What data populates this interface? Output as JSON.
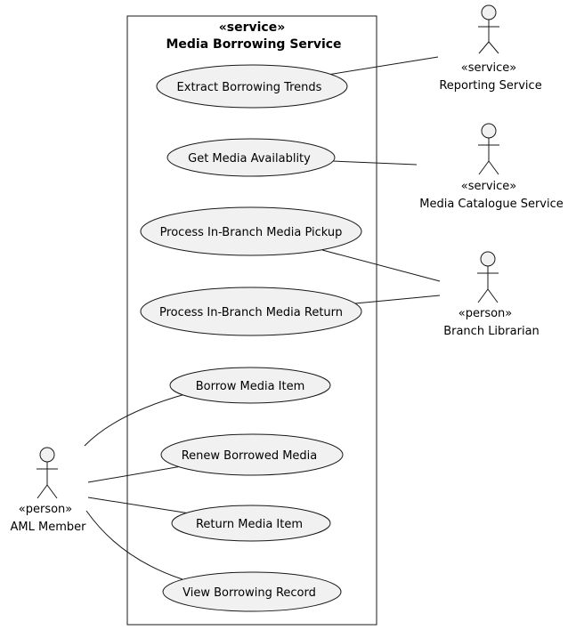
{
  "system": {
    "stereotype": "«service»",
    "title": "Media Borrowing Service"
  },
  "use_cases": [
    {
      "label": "Extract Borrowing Trends"
    },
    {
      "label": "Get Media Availablity"
    },
    {
      "label": "Process In-Branch Media Pickup"
    },
    {
      "label": "Process In-Branch Media Return"
    },
    {
      "label": "Borrow Media Item"
    },
    {
      "label": "Renew Borrowed Media"
    },
    {
      "label": "Return Media Item"
    },
    {
      "label": "View Borrowing Record"
    }
  ],
  "actors": [
    {
      "stereotype": "«service»",
      "name": "Reporting Service"
    },
    {
      "stereotype": "«service»",
      "name": "Media Catalogue Service"
    },
    {
      "stereotype": "«person»",
      "name": "Branch Librarian"
    },
    {
      "stereotype": "«person»",
      "name": "AML Member"
    }
  ],
  "colors": {
    "ellipse_fill": "#f1f1f1",
    "actor_fill": "#f1f1f1",
    "stroke": "#181818",
    "system_fill": "#ffffff"
  }
}
